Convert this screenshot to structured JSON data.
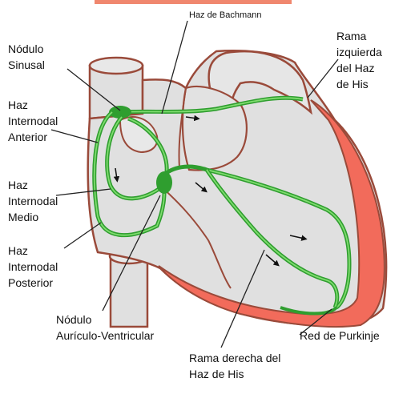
{
  "labels": {
    "haz_bachmann": "Haz de Bachmann",
    "nodulo_sinusal": [
      "Nódulo",
      "Sinusal"
    ],
    "rama_izquierda": [
      "Rama",
      "izquierda",
      "del Haz",
      "de His"
    ],
    "internodal_anterior": [
      "Haz",
      "Internodal",
      "Anterior"
    ],
    "internodal_medio": [
      "Haz",
      "Internodal",
      "Medio"
    ],
    "internodal_posterior": [
      "Haz",
      "Internodal",
      "Posterior"
    ],
    "nodulo_av": [
      "Nódulo",
      "Aurículo-Ventricular"
    ],
    "red_purkinje": "Red de Purkinje",
    "rama_derecha": [
      "Rama derecha del",
      "Haz de His"
    ]
  },
  "colors": {
    "heart_wall": "#e0e0e0",
    "outline": "#9a4a3a",
    "myocardium": "#f26b5b",
    "conduction": "#2f9e2f",
    "conduction_light": "#7fdc6f",
    "top_band": "#f0876e"
  }
}
